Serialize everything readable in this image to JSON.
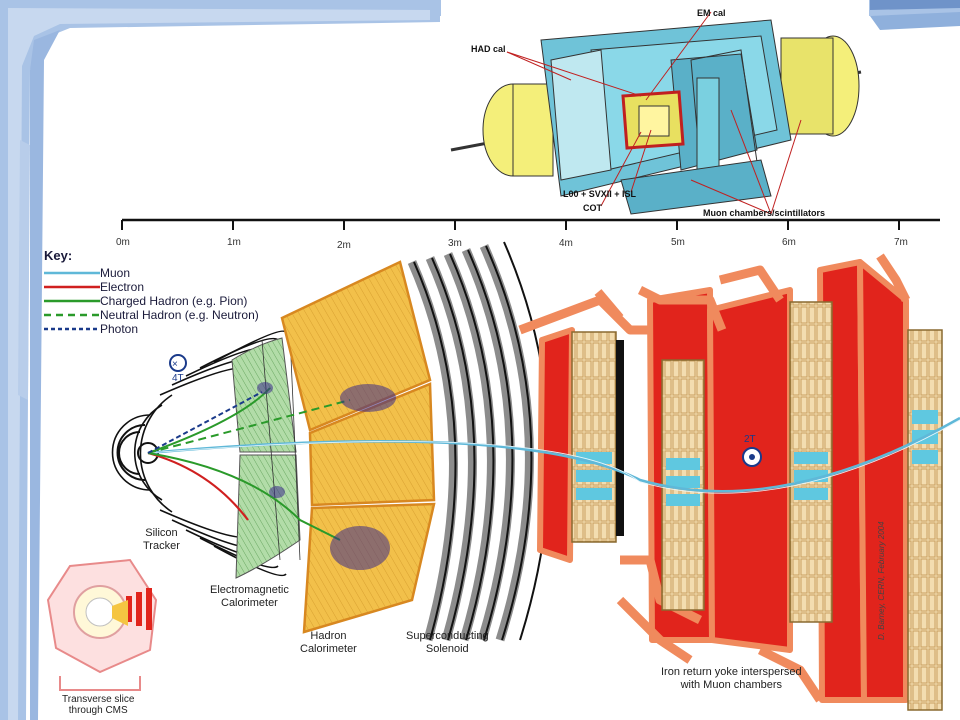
{
  "colors": {
    "slide_frame": "#a9c3e6",
    "slide_frame_dark": "#6f93c9",
    "iron_red": "#e1241c",
    "iron_edge": "#f08a5d",
    "calorimeter_yellow": "#f5c542",
    "em_green": "#a8d8a0",
    "solenoid_gray": "#8c8c8c",
    "muon_blue": "#5fb8d8",
    "electron_red": "#d02020",
    "hadron_green": "#2a9a2a",
    "photon_blue": "#1a3a8a"
  },
  "scale": {
    "ticks": [
      "0m",
      "1m",
      "2m",
      "3m",
      "4m",
      "5m",
      "6m",
      "7m"
    ]
  },
  "key": {
    "title": "Key:",
    "items": [
      {
        "label": "Muon",
        "color": "#5fb8d8",
        "style": "solid"
      },
      {
        "label": "Electron",
        "color": "#d02020",
        "style": "solid"
      },
      {
        "label": "Charged Hadron (e.g. Pion)",
        "color": "#2a9a2a",
        "style": "solid"
      },
      {
        "label": "Neutral Hadron (e.g. Neutron)",
        "color": "#2a9a2a",
        "style": "dashed"
      },
      {
        "label": "Photon",
        "color": "#1a3a8a",
        "style": "dashed"
      }
    ]
  },
  "field_labels": {
    "inner": "4T",
    "outer": "2T"
  },
  "labels": {
    "tracker": [
      "Silicon",
      "Tracker"
    ],
    "ecal": [
      "Electromagnetic",
      "Calorimeter"
    ],
    "hcal": [
      "Hadron",
      "Calorimeter"
    ],
    "solenoid": [
      "Superconducting",
      "Solenoid"
    ],
    "yoke": [
      "Iron return yoke interspersed",
      "with Muon chambers"
    ],
    "slice": [
      "Transverse slice",
      "through CMS"
    ],
    "credit": "D. Barney, CERN, February 2004"
  },
  "detector_photo": {
    "labels": {
      "em_cal": "EM cal",
      "had_cal": "HAD cal",
      "tracker": "L00 + SVXII + ISL",
      "cot": "COT",
      "muon": "Muon chambers/scintillators"
    }
  }
}
